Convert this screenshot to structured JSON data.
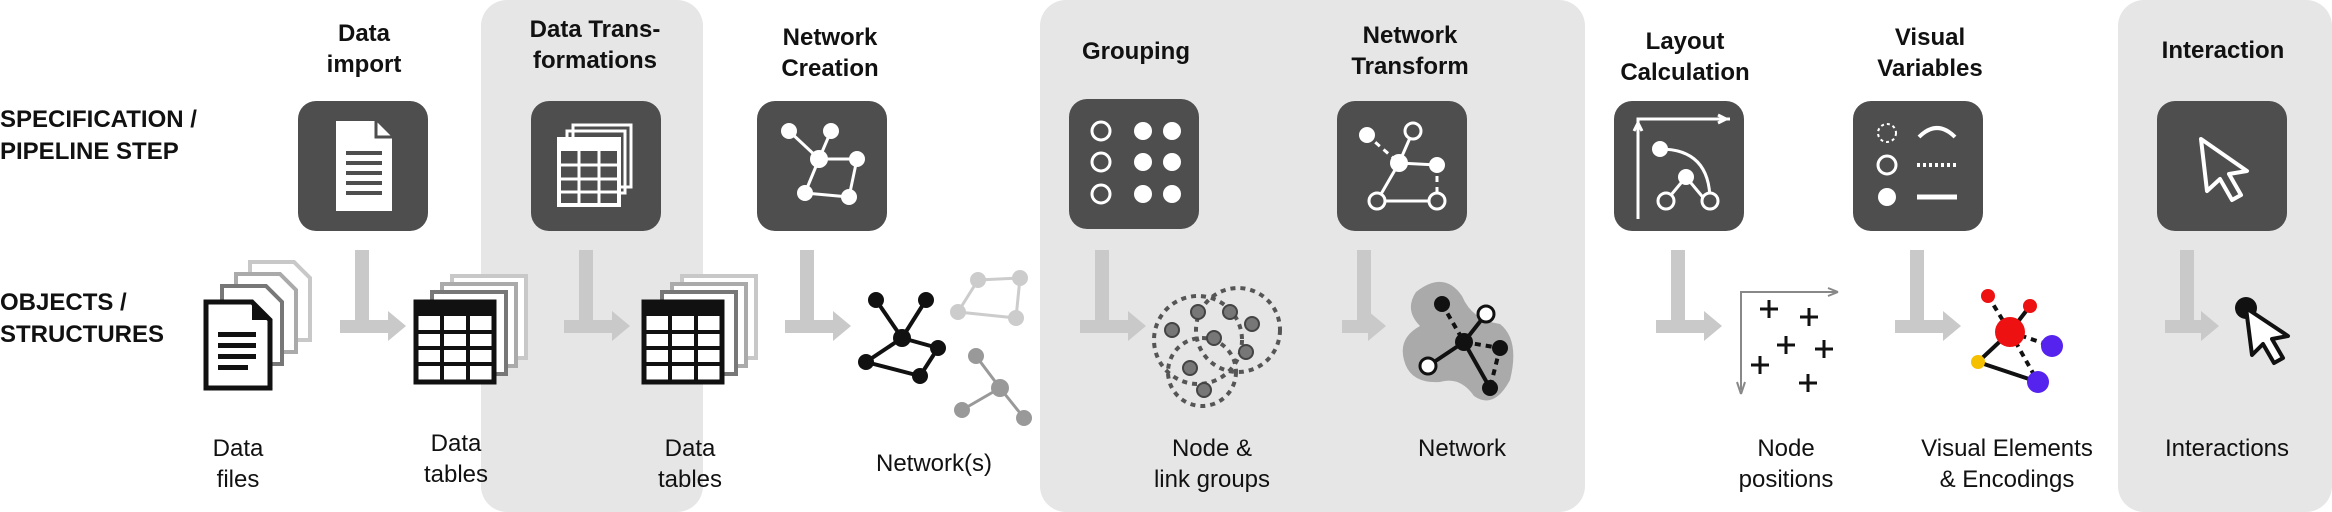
{
  "row_labels": {
    "spec_line1": "SPECIFICATION /",
    "spec_line2": "PIPELINE STEP",
    "objects_line1": "OBJECTS /",
    "objects_line2": "STRUCTURES"
  },
  "steps": [
    {
      "title_line1": "Data",
      "title_line2": "import",
      "icon": "document-icon"
    },
    {
      "title_line1": "Data Trans-",
      "title_line2": "formations",
      "icon": "table-stack-icon"
    },
    {
      "title_line1": "Network",
      "title_line2": "Creation",
      "icon": "network-icon"
    },
    {
      "title_line1": "Grouping",
      "title_line2": "",
      "icon": "grid-dots-icon"
    },
    {
      "title_line1": "Network",
      "title_line2": "Transform",
      "icon": "network-transform-icon"
    },
    {
      "title_line1": "Layout",
      "title_line2": "Calculation",
      "icon": "layout-axes-icon"
    },
    {
      "title_line1": "Visual",
      "title_line2": "Variables",
      "icon": "visual-variables-icon"
    },
    {
      "title_line1": "Interaction",
      "title_line2": "",
      "icon": "cursor-icon"
    }
  ],
  "objects": [
    {
      "line1": "Data",
      "line2": "files"
    },
    {
      "line1": "Data",
      "line2": "tables"
    },
    {
      "line1": "Data",
      "line2": "tables"
    },
    {
      "line1": "Network(s)",
      "line2": ""
    },
    {
      "line1": "Node &",
      "line2": "link groups"
    },
    {
      "line1": "Network",
      "line2": ""
    },
    {
      "line1": "Node",
      "line2": "positions"
    },
    {
      "line1": "Visual Elements",
      "line2": "& Encodings"
    },
    {
      "line1": "Interactions",
      "line2": ""
    }
  ],
  "colors": {
    "panel": "#e6e6e6",
    "icon_box": "#4e4e4e",
    "arrow": "#c9c9c9",
    "red": "#ee1111",
    "purple": "#5522ee",
    "yellow": "#f5c000"
  }
}
